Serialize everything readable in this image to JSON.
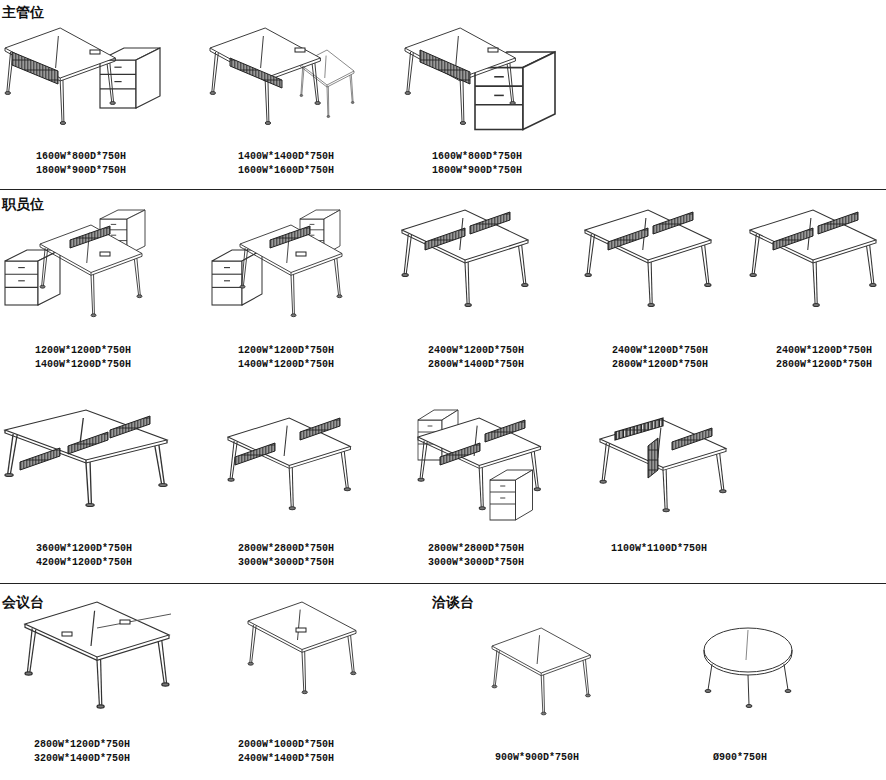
{
  "diagram": {
    "labels": [
      "主管位",
      "1600W*800D*750H",
      "1800W*900D*750H",
      "1400W*1400D*750H",
      "1600W*1600D*750H",
      "1600W*800D*750H",
      "1800W*900D*750H",
      "职员位",
      "1200W*1200D*750H",
      "1400W*1200D*750H",
      "1200W*1200D*750H",
      "1400W*1200D*750H",
      "2400W*1200D*750H",
      "2800W*1400D*750H",
      "2400W*1200D*750H",
      "2800W*1200D*750H",
      "2400W*1200D*750H",
      "2800W*1200D*750H",
      "3600W*1200D*750H",
      "4200W*1200D*750H",
      "2800W*2800D*750H",
      "3000W*3000D*750H",
      "2800W*2800D*750H",
      "3000W*3000D*750H",
      "1100W*1100D*750H",
      "会议台",
      "洽谈台",
      "2800W*1200D*750H",
      "3200W*1400D*750H",
      "2000W*1000D*750H",
      "2400W*1400D*750H",
      "900W*900D*750H",
      "Ø900*750H"
    ]
  }
}
